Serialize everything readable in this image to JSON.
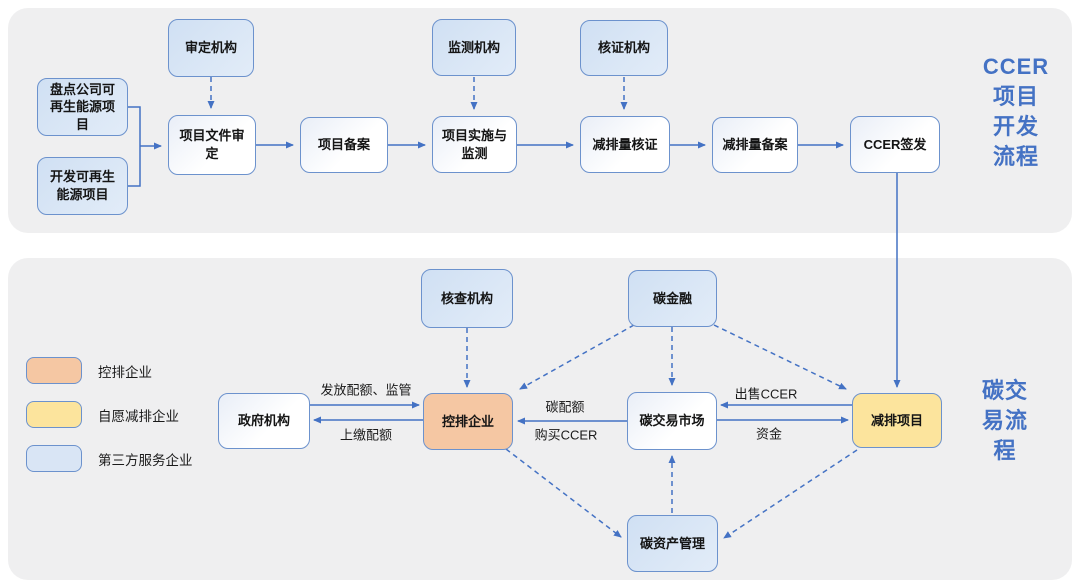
{
  "panels": {
    "ccer_dev": {
      "title": "CCER\n项目\n开发\n流程"
    },
    "carbon_trading": {
      "title": "碳交\n易流\n程"
    }
  },
  "nodes": {
    "inventory_project": {
      "label": "盘点公司可再生能源项目",
      "type": "third-party"
    },
    "develop_project": {
      "label": "开发可再生能源项目",
      "type": "third-party"
    },
    "audit_org": {
      "label": "审定机构",
      "type": "third-party"
    },
    "doc_audit": {
      "label": "项目文件审定",
      "type": "process"
    },
    "project_filing": {
      "label": "项目备案",
      "type": "process"
    },
    "monitor_org": {
      "label": "监测机构",
      "type": "third-party"
    },
    "implement_monitor": {
      "label": "项目实施与监测",
      "type": "process"
    },
    "verify_org": {
      "label": "核证机构",
      "type": "third-party"
    },
    "reduction_verify": {
      "label": "减排量核证",
      "type": "process"
    },
    "reduction_filing": {
      "label": "减排量备案",
      "type": "process"
    },
    "ccer_issue": {
      "label": "CCER签发",
      "type": "process"
    },
    "inspection_org": {
      "label": "核查机构",
      "type": "third-party"
    },
    "carbon_finance": {
      "label": "碳金融",
      "type": "third-party"
    },
    "government": {
      "label": "政府机构",
      "type": "process"
    },
    "controlled_enterprise": {
      "label": "控排企业",
      "type": "controlled"
    },
    "trading_market": {
      "label": "碳交易市场",
      "type": "process"
    },
    "reduction_project": {
      "label": "减排项目",
      "type": "voluntary"
    },
    "asset_management": {
      "label": "碳资产管理",
      "type": "third-party"
    }
  },
  "edge_labels": {
    "issue_allowance": "发放配额、监管",
    "surrender_allowance": "上缴配额",
    "carbon_allowance": "碳配额",
    "buy_ccer": "购买CCER",
    "sell_ccer": "出售CCER",
    "funds": "资金"
  },
  "legend": {
    "items": [
      {
        "label": "控排企业",
        "color": "#F5C7A3"
      },
      {
        "label": "自愿减排企业",
        "color": "#FCE49D"
      },
      {
        "label": "第三方服务企业",
        "color": "#D9E5F5"
      }
    ]
  },
  "colors": {
    "accent_blue": "#4472C4",
    "panel_bg": "#EFEFF0",
    "node_blue_fill": "#D9E5F5",
    "node_orange_fill": "#F5C7A3",
    "node_yellow_fill": "#FCE49D",
    "node_border": "#6C92CD"
  }
}
